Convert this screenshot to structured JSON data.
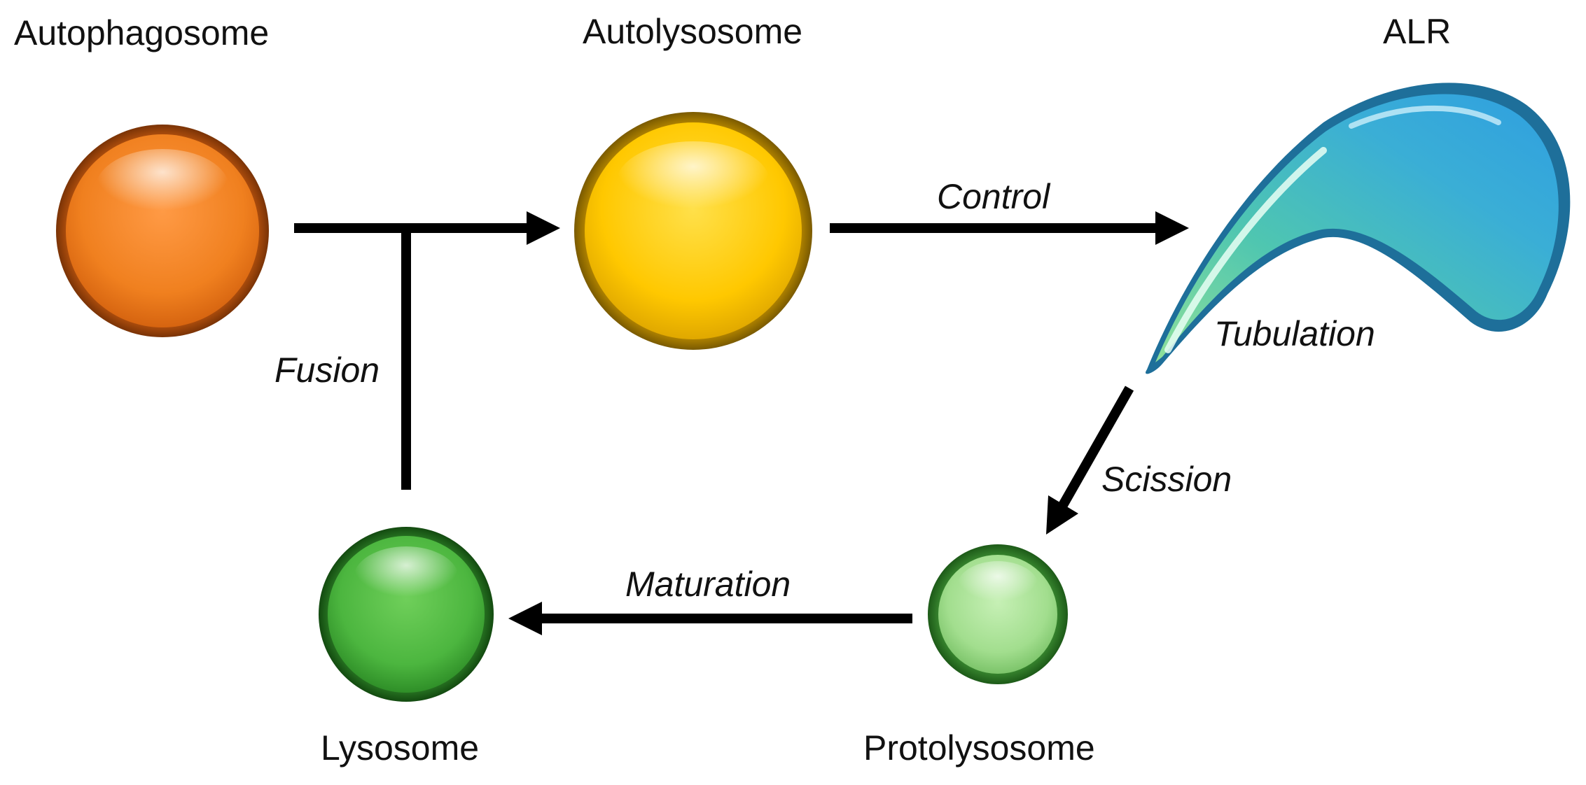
{
  "diagram": {
    "nodes": {
      "autophagosome": {
        "label": "Autophagosome",
        "color": "#f07b22"
      },
      "autolysosome": {
        "label": "Autolysosome",
        "color": "#f7c200"
      },
      "alr": {
        "label": "ALR",
        "color": "#3aa7d8"
      },
      "protolysosome": {
        "label": "Protolysosome",
        "color": "#9fdc8a"
      },
      "lysosome": {
        "label": "Lysosome",
        "color": "#3eae3b"
      }
    },
    "edges": {
      "fusion": {
        "label": "Fusion",
        "from": "lysosome",
        "to": "autophagosome-to-autolysosome"
      },
      "control": {
        "label": "Control",
        "from": "autolysosome",
        "to": "alr"
      },
      "tubulation": {
        "label": "Tubulation",
        "on": "alr"
      },
      "scission": {
        "label": "Scission",
        "from": "alr",
        "to": "protolysosome"
      },
      "maturation": {
        "label": "Maturation",
        "from": "protolysosome",
        "to": "lysosome"
      }
    }
  }
}
